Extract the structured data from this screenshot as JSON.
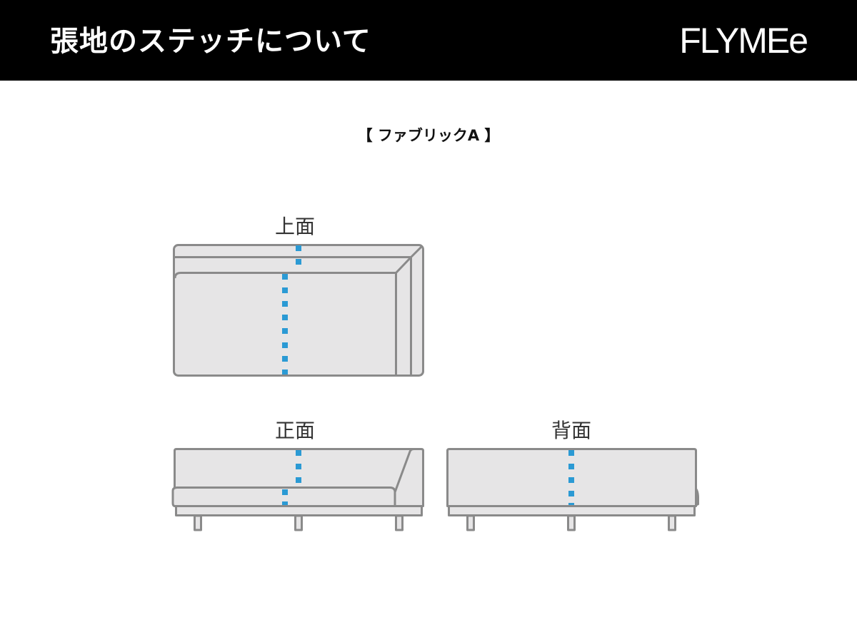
{
  "header": {
    "title": "張地のステッチについて",
    "logo": "FLYMEe",
    "background": "#000000",
    "text_color": "#ffffff"
  },
  "subtitle": "【 ファブリックA 】",
  "views": {
    "top": {
      "label": "上面"
    },
    "front": {
      "label": "正面"
    },
    "back": {
      "label": "背面"
    }
  },
  "colors": {
    "sofa_fill": "#e6e5e6",
    "sofa_stroke": "#8a8a8a",
    "stitch": "#2b9ad4"
  }
}
